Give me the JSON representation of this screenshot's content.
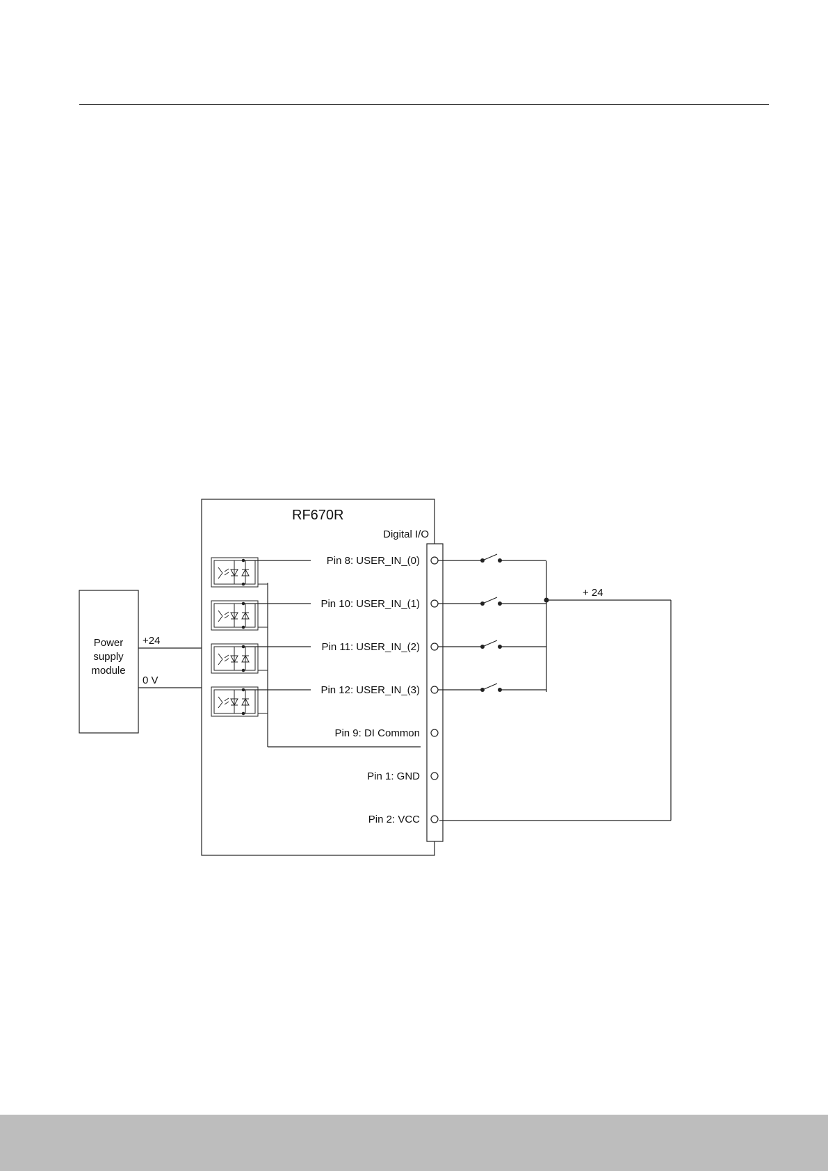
{
  "diagram": {
    "device_title": "RF670R",
    "port_label": "Digital I/O",
    "power_module": {
      "line1": "Power",
      "line2": "supply",
      "line3": "module"
    },
    "supply_plus_label": "+24",
    "supply_zero_label": "0 V",
    "external_supply_label": "+ 24",
    "pins": [
      {
        "label": "Pin 8: USER_IN_(0)"
      },
      {
        "label": "Pin 10: USER_IN_(1)"
      },
      {
        "label": "Pin 11: USER_IN_(2)"
      },
      {
        "label": "Pin 12: USER_IN_(3)"
      },
      {
        "label": "Pin 9: DI Common"
      },
      {
        "label": "Pin 1: GND"
      },
      {
        "label": "Pin 2: VCC"
      }
    ],
    "line_color": "#222222",
    "footer_color": "#bdbdbd"
  }
}
